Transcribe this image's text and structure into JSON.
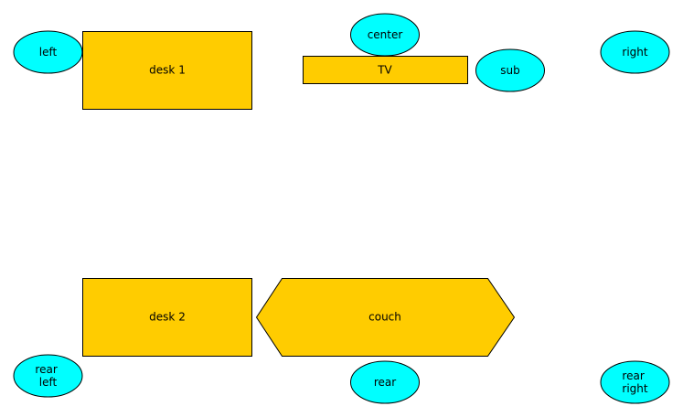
{
  "colors": {
    "furniture_fill": "#ffcc00",
    "speaker_fill": "#00ffff",
    "outline": "#000000",
    "background": "#ffffff"
  },
  "furniture": {
    "desk1": {
      "label": "desk 1"
    },
    "tv": {
      "label": "TV"
    },
    "desk2": {
      "label": "desk 2"
    },
    "couch": {
      "label": "couch"
    }
  },
  "speakers": {
    "left": {
      "lines": [
        "left"
      ]
    },
    "center": {
      "lines": [
        "center"
      ]
    },
    "sub": {
      "lines": [
        "sub"
      ]
    },
    "right": {
      "lines": [
        "right"
      ]
    },
    "rear_left": {
      "lines": [
        "rear",
        "left"
      ]
    },
    "rear": {
      "lines": [
        "rear"
      ]
    },
    "rear_right": {
      "lines": [
        "rear",
        "right"
      ]
    }
  }
}
